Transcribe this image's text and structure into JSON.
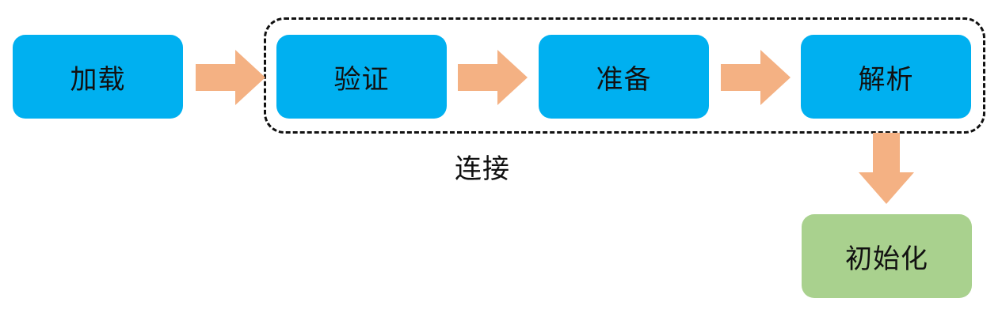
{
  "diagram": {
    "nodes": {
      "load": "加载",
      "verify": "验证",
      "prepare": "准备",
      "resolve": "解析",
      "initialize": "初始化"
    },
    "group_label": "连接"
  },
  "colors": {
    "stage_box": "#00b0f0",
    "final_box": "#a9d18e",
    "arrow": "#f4b183",
    "border": "#111111"
  }
}
